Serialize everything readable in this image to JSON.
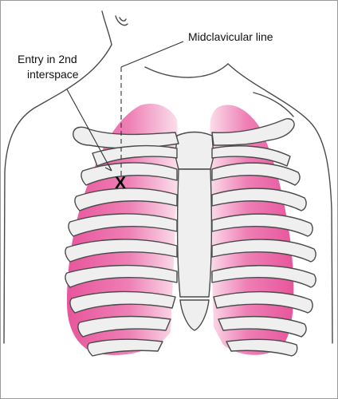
{
  "labels": {
    "midclavicular": "Midclavicular line",
    "entry_line1": "Entry in 2nd",
    "entry_line2": "interspace",
    "entry_mark": "X"
  },
  "colors": {
    "lung": "#e8559c",
    "lung_light": "#f6c6dc",
    "bone": "#efefef",
    "outline": "#4a4a4a",
    "frame": "#9a9a9a"
  }
}
